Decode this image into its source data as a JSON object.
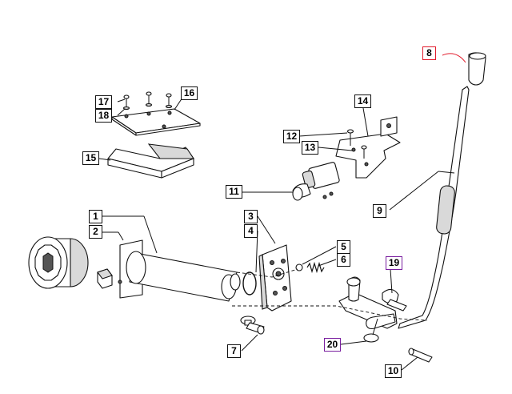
{
  "callouts": [
    {
      "id": "1",
      "label": "1"
    },
    {
      "id": "2",
      "label": "2"
    },
    {
      "id": "3",
      "label": "3"
    },
    {
      "id": "4",
      "label": "4"
    },
    {
      "id": "5",
      "label": "5"
    },
    {
      "id": "6",
      "label": "6"
    },
    {
      "id": "7",
      "label": "7"
    },
    {
      "id": "8",
      "label": "8",
      "color": "#e21b2b"
    },
    {
      "id": "9",
      "label": "9"
    },
    {
      "id": "10",
      "label": "10"
    },
    {
      "id": "11",
      "label": "11"
    },
    {
      "id": "12",
      "label": "12"
    },
    {
      "id": "13",
      "label": "13"
    },
    {
      "id": "14",
      "label": "14"
    },
    {
      "id": "15",
      "label": "15"
    },
    {
      "id": "16",
      "label": "16"
    },
    {
      "id": "17",
      "label": "17"
    },
    {
      "id": "18",
      "label": "18"
    },
    {
      "id": "19",
      "label": "19",
      "color": "#7a1fa0"
    },
    {
      "id": "20",
      "label": "20",
      "color": "#7a1fa0"
    }
  ]
}
